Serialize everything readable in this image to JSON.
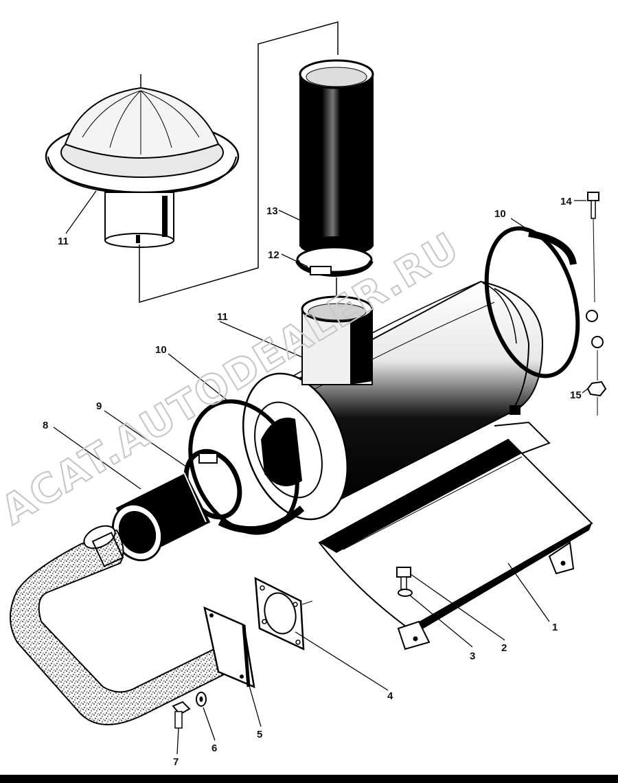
{
  "watermark": "ACAT.AUTODEALER.RU",
  "callouts": [
    {
      "id": "c1",
      "text": "1"
    },
    {
      "id": "c2",
      "text": "2"
    },
    {
      "id": "c3",
      "text": "3"
    },
    {
      "id": "c4",
      "text": "4"
    },
    {
      "id": "c5",
      "text": "5"
    },
    {
      "id": "c6",
      "text": "6"
    },
    {
      "id": "c7",
      "text": "7"
    },
    {
      "id": "c8",
      "text": "8"
    },
    {
      "id": "c9",
      "text": "9"
    },
    {
      "id": "c10a",
      "text": "10"
    },
    {
      "id": "c10b",
      "text": "10"
    },
    {
      "id": "c11a",
      "text": "11"
    },
    {
      "id": "c11b",
      "text": "11"
    },
    {
      "id": "c12",
      "text": "12"
    },
    {
      "id": "c13",
      "text": "13"
    },
    {
      "id": "c14",
      "text": "14"
    },
    {
      "id": "c15",
      "text": "15"
    }
  ]
}
